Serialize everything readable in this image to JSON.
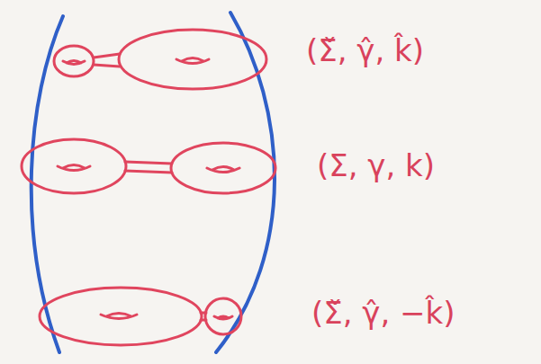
{
  "diagram": {
    "labels": [
      "(Σ̌, γ̂, k̂)",
      "(Σ, γ, k)",
      "(Σ̌, γ̂, −k̂)"
    ]
  }
}
